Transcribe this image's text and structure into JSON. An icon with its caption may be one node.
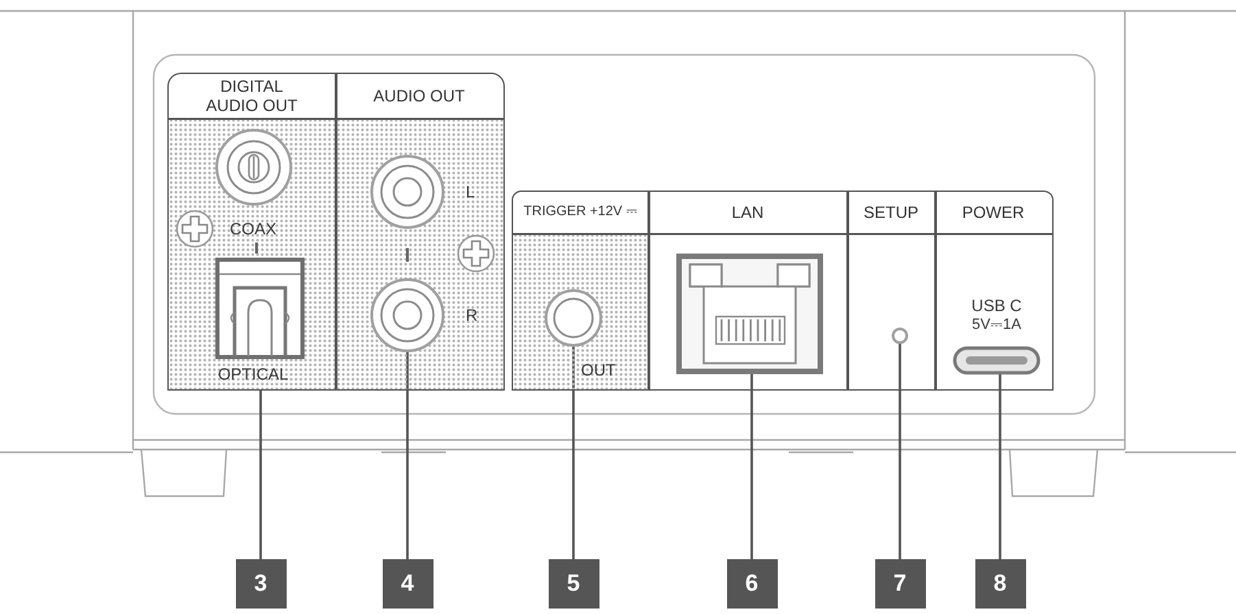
{
  "diagram": {
    "nodes": [
      {
        "text": [
          "DIGITAL AUDIO OUT"
        ]
      },
      {
        "text": [],
        "shape": "circle",
        "in": 0,
        "beside": [
          "COAX"
        ]
      },
      {
        "text": [],
        "shape": "picture",
        "in": 0,
        "beside": [
          "OPTICAL"
        ]
      },
      {
        "text": [
          "AUDIO OUT"
        ]
      },
      {
        "text": [],
        "shape": "circle",
        "in": 3,
        "beside": [
          "L"
        ]
      },
      {
        "text": [],
        "shape": "circle",
        "in": 3,
        "beside": [
          "R"
        ]
      },
      {
        "text": [
          "TRIGGER +12V ⎓"
        ]
      },
      {
        "text": [],
        "shape": "circle",
        "in": 6,
        "beside": [
          "OUT"
        ]
      },
      {
        "text": [
          "LAN"
        ]
      },
      {
        "text": [],
        "shape": "picture",
        "in": 8
      },
      {
        "text": [
          "SETUP"
        ]
      },
      {
        "text": [],
        "shape": "circle",
        "in": 10
      },
      {
        "text": [
          "POWER"
        ]
      },
      {
        "text": [],
        "shape": "picture",
        "in": 12,
        "beside": [
          "USB C",
          "5V⎓1A"
        ]
      },
      {
        "text": [
          "3"
        ]
      },
      {
        "text": [
          "4"
        ]
      },
      {
        "text": [
          "5"
        ]
      },
      {
        "text": [
          "6"
        ]
      },
      {
        "text": [
          "7"
        ]
      },
      {
        "text": [
          "8"
        ]
      }
    ],
    "edges": [
      {
        "from": 14,
        "to": 0,
        "arrow": "none"
      },
      {
        "from": 15,
        "to": 5,
        "arrow": "none"
      },
      {
        "from": 16,
        "to": 7,
        "arrow": "none"
      },
      {
        "from": 17,
        "to": 9,
        "arrow": "none"
      },
      {
        "from": 18,
        "to": 11,
        "arrow": "none"
      },
      {
        "from": 19,
        "to": 13,
        "arrow": "none"
      }
    ]
  }
}
